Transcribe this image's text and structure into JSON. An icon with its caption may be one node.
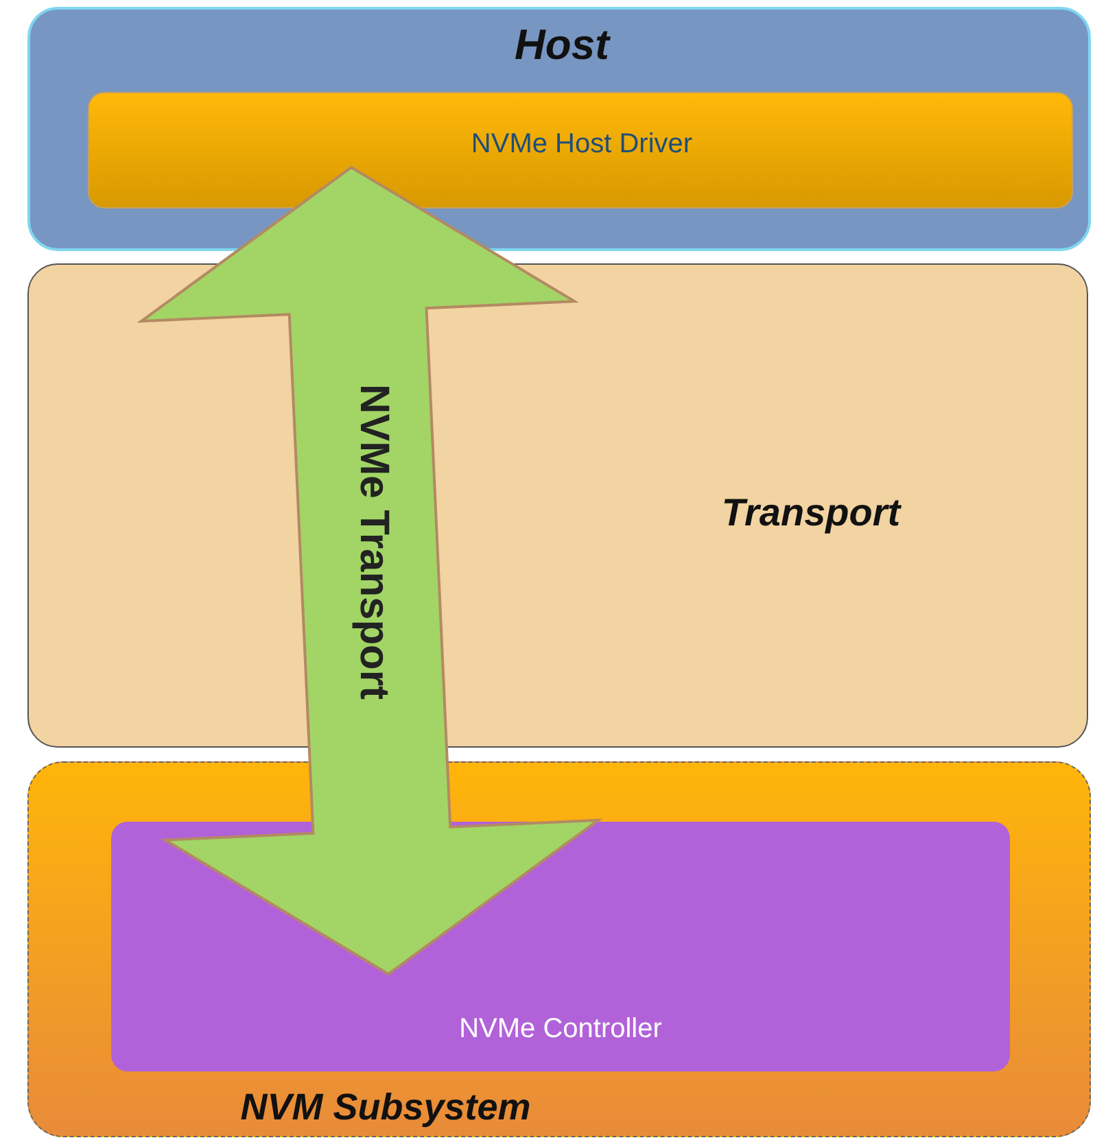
{
  "diagram": {
    "nodes": [
      {
        "text": [
          "Host"
        ]
      },
      {
        "text": [
          "NVMe Host Driver"
        ],
        "in": 0
      },
      {
        "text": [
          "Transport"
        ]
      },
      {
        "text": [
          "NVM Subsystem"
        ]
      },
      {
        "text": [
          "NVMe Controller"
        ],
        "in": 3
      }
    ],
    "edges": [
      {
        "from": 1,
        "to": 4,
        "arrow": "both",
        "label": "NVMe Transport"
      }
    ]
  }
}
